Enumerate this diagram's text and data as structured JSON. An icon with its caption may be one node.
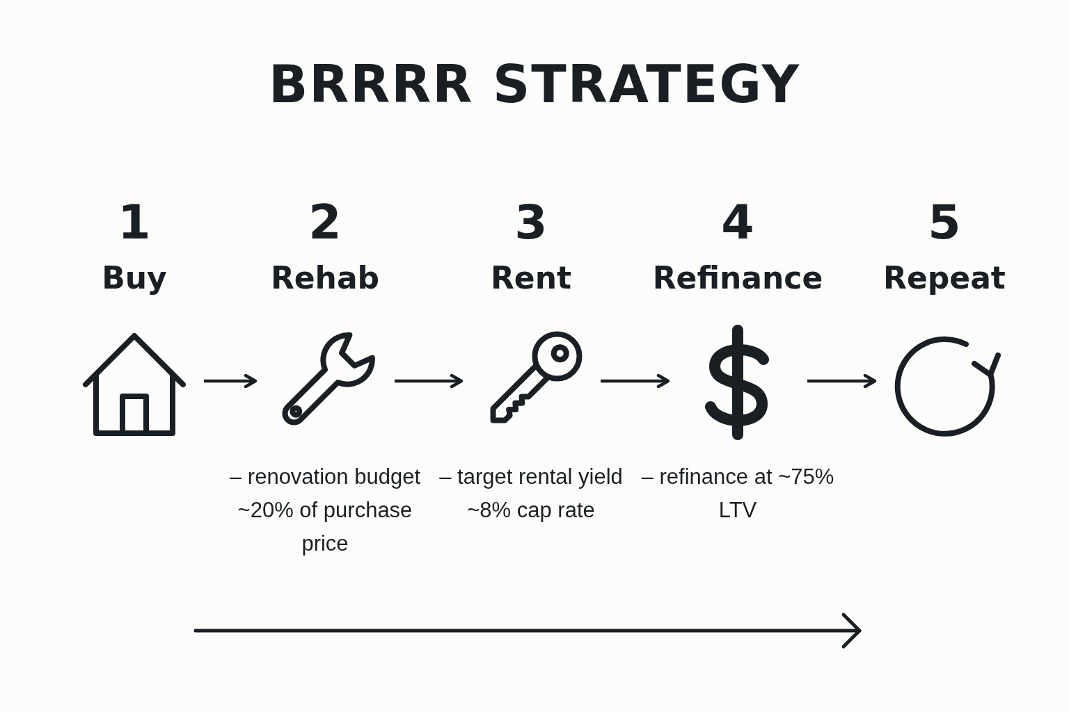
{
  "diagram": {
    "title": "BRRRR STRATEGY",
    "nodes": [
      {
        "text": [
          "1",
          "Buy"
        ]
      },
      {
        "text": [
          "2",
          "Rehab"
        ],
        "beside": [
          "– renovation budget ~20% of purchase price"
        ]
      },
      {
        "text": [
          "3",
          "Rent"
        ],
        "beside": [
          "– target rental yield ~8% cap rate"
        ]
      },
      {
        "text": [
          "4",
          "Refinance"
        ],
        "beside": [
          "– refinance at ~75% LTV"
        ]
      },
      {
        "text": [
          "5",
          "Repeat"
        ]
      }
    ],
    "edges": [
      {
        "from": 0,
        "to": 1,
        "arrow": "to"
      },
      {
        "from": 1,
        "to": 2,
        "arrow": "to"
      },
      {
        "from": 2,
        "to": 3,
        "arrow": "to"
      },
      {
        "from": 3,
        "to": 4,
        "arrow": "to"
      }
    ]
  }
}
